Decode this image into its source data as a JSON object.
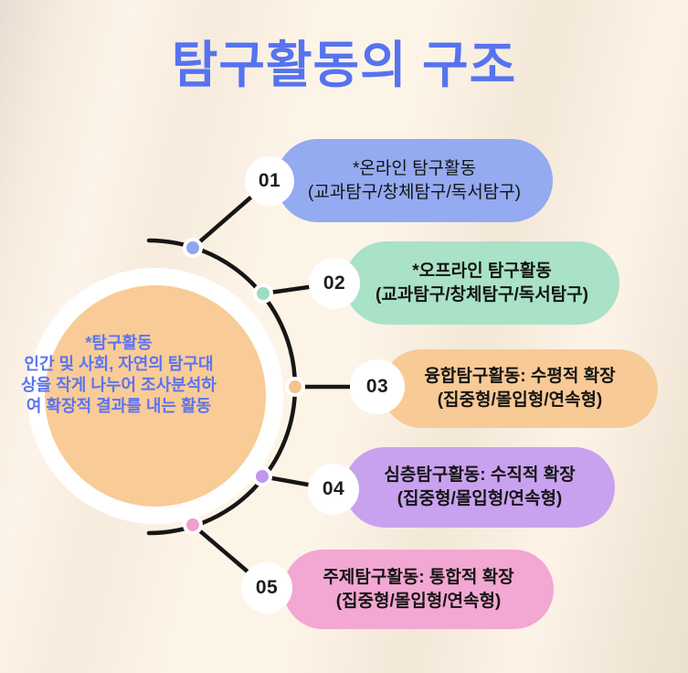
{
  "title": "탐구활동의 구조",
  "center": {
    "lines": {
      "0": "*탐구활동",
      "1": "인간 및 사회, 자연의 탐구대",
      "2": "상을 작게 나누어 조사분석하",
      "3": "여 확장적 결과를 내는 활동"
    },
    "fill_color": "#f9cb97",
    "ring_color": "#ffffff",
    "text_color": "#5b74f0"
  },
  "items": [
    {
      "number": "01",
      "title": "*온라인 탐구활동",
      "subtitle": "(교과탐구/창체탐구/독서탐구)",
      "color": "#94aaf1",
      "dot_color": "#8ea6ee",
      "bold": false
    },
    {
      "number": "02",
      "title": "*오프라인 탐구활동",
      "subtitle": "(교과탐구/창체탐구/독서탐구)",
      "color": "#a9e2c6",
      "dot_color": "#9edcc0",
      "bold": true
    },
    {
      "number": "03",
      "title": "융합탐구활동: 수평적 확장",
      "subtitle": "(집중형/몰입형/연속형)",
      "color": "#f8ca96",
      "dot_color": "#f5c38e",
      "bold": true
    },
    {
      "number": "04",
      "title": "심층탐구활동: 수직적 확장",
      "subtitle": "(집중형/몰입형/연속형)",
      "color": "#c9a2ef",
      "dot_color": "#c196ec",
      "bold": true
    },
    {
      "number": "05",
      "title": "주제탐구활동: 통합적 확장",
      "subtitle": "(집중형/몰입형/연속형)",
      "color": "#f3a7d3",
      "dot_color": "#efa0cd",
      "bold": true
    }
  ],
  "colors": {
    "title_text": "#5673f0",
    "connector": "#161616",
    "background_cream": "#fdf3e7",
    "background_beige": "#e7ddd2",
    "pill_text": "#141414"
  }
}
